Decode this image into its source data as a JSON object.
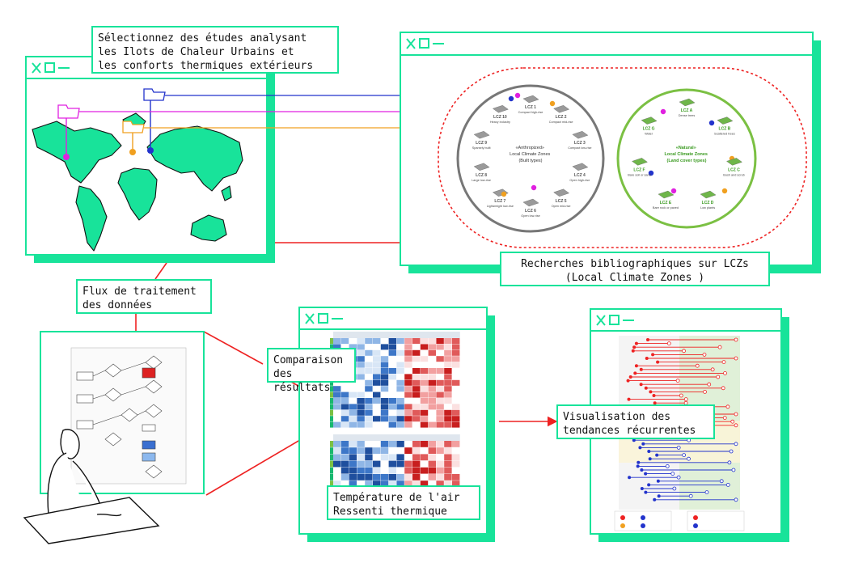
{
  "colors": {
    "accent": "#18e39a",
    "connector_red": "#ee2222",
    "pin_magenta": "#e020e0",
    "pin_blue": "#2233cc",
    "pin_orange": "#f0a020",
    "built_zone_border": "#777777",
    "natural_zone_border": "#7bc043"
  },
  "labels": {
    "select_studies": "Sélectionnez des études analysant\nles Ilots de Chaleur Urbains et\nles conforts thermiques extérieurs",
    "lcz_research": "Recherches bibliographiques sur LCZs\n(Local Climate Zones )",
    "data_flow": "Flux de traitement\ndes données",
    "compare_results": "Comparaison\ndes résultats",
    "trends": "Visualisation des\ntendances récurrentes",
    "air_temp": "Température de l'air\nRessenti thermique"
  },
  "lcz": {
    "built_center": [
      "«Anthropized»",
      "Local Climate Zones",
      "(Built types)"
    ],
    "natural_center": [
      "«Natural»",
      "Local Climate Zones",
      "(Land cover types)"
    ],
    "built": [
      {
        "code": "LCZ 1",
        "name": "Compact high-rise"
      },
      {
        "code": "LCZ 2",
        "name": "Compact mid-rise"
      },
      {
        "code": "LCZ 3",
        "name": "Compact low-rise"
      },
      {
        "code": "LCZ 4",
        "name": "Open high-rise"
      },
      {
        "code": "LCZ 5",
        "name": "Open mid-rise"
      },
      {
        "code": "LCZ 6",
        "name": "Open low-rise"
      },
      {
        "code": "LCZ 7",
        "name": "Lightweight low-rise"
      },
      {
        "code": "LCZ 8",
        "name": "Large low-rise"
      },
      {
        "code": "LCZ 9",
        "name": "Sparsely built"
      },
      {
        "code": "LCZ 10",
        "name": "Heavy industry"
      }
    ],
    "natural": [
      {
        "code": "LCZ A",
        "name": "Dense trees"
      },
      {
        "code": "LCZ B",
        "name": "Scattered trees"
      },
      {
        "code": "LCZ C",
        "name": "Bush and scrub"
      },
      {
        "code": "LCZ D",
        "name": "Low plants"
      },
      {
        "code": "LCZ E",
        "name": "Bare rock or paved"
      },
      {
        "code": "LCZ F",
        "name": "Bare soil or sand"
      },
      {
        "code": "LCZ G",
        "name": "Water"
      }
    ]
  }
}
